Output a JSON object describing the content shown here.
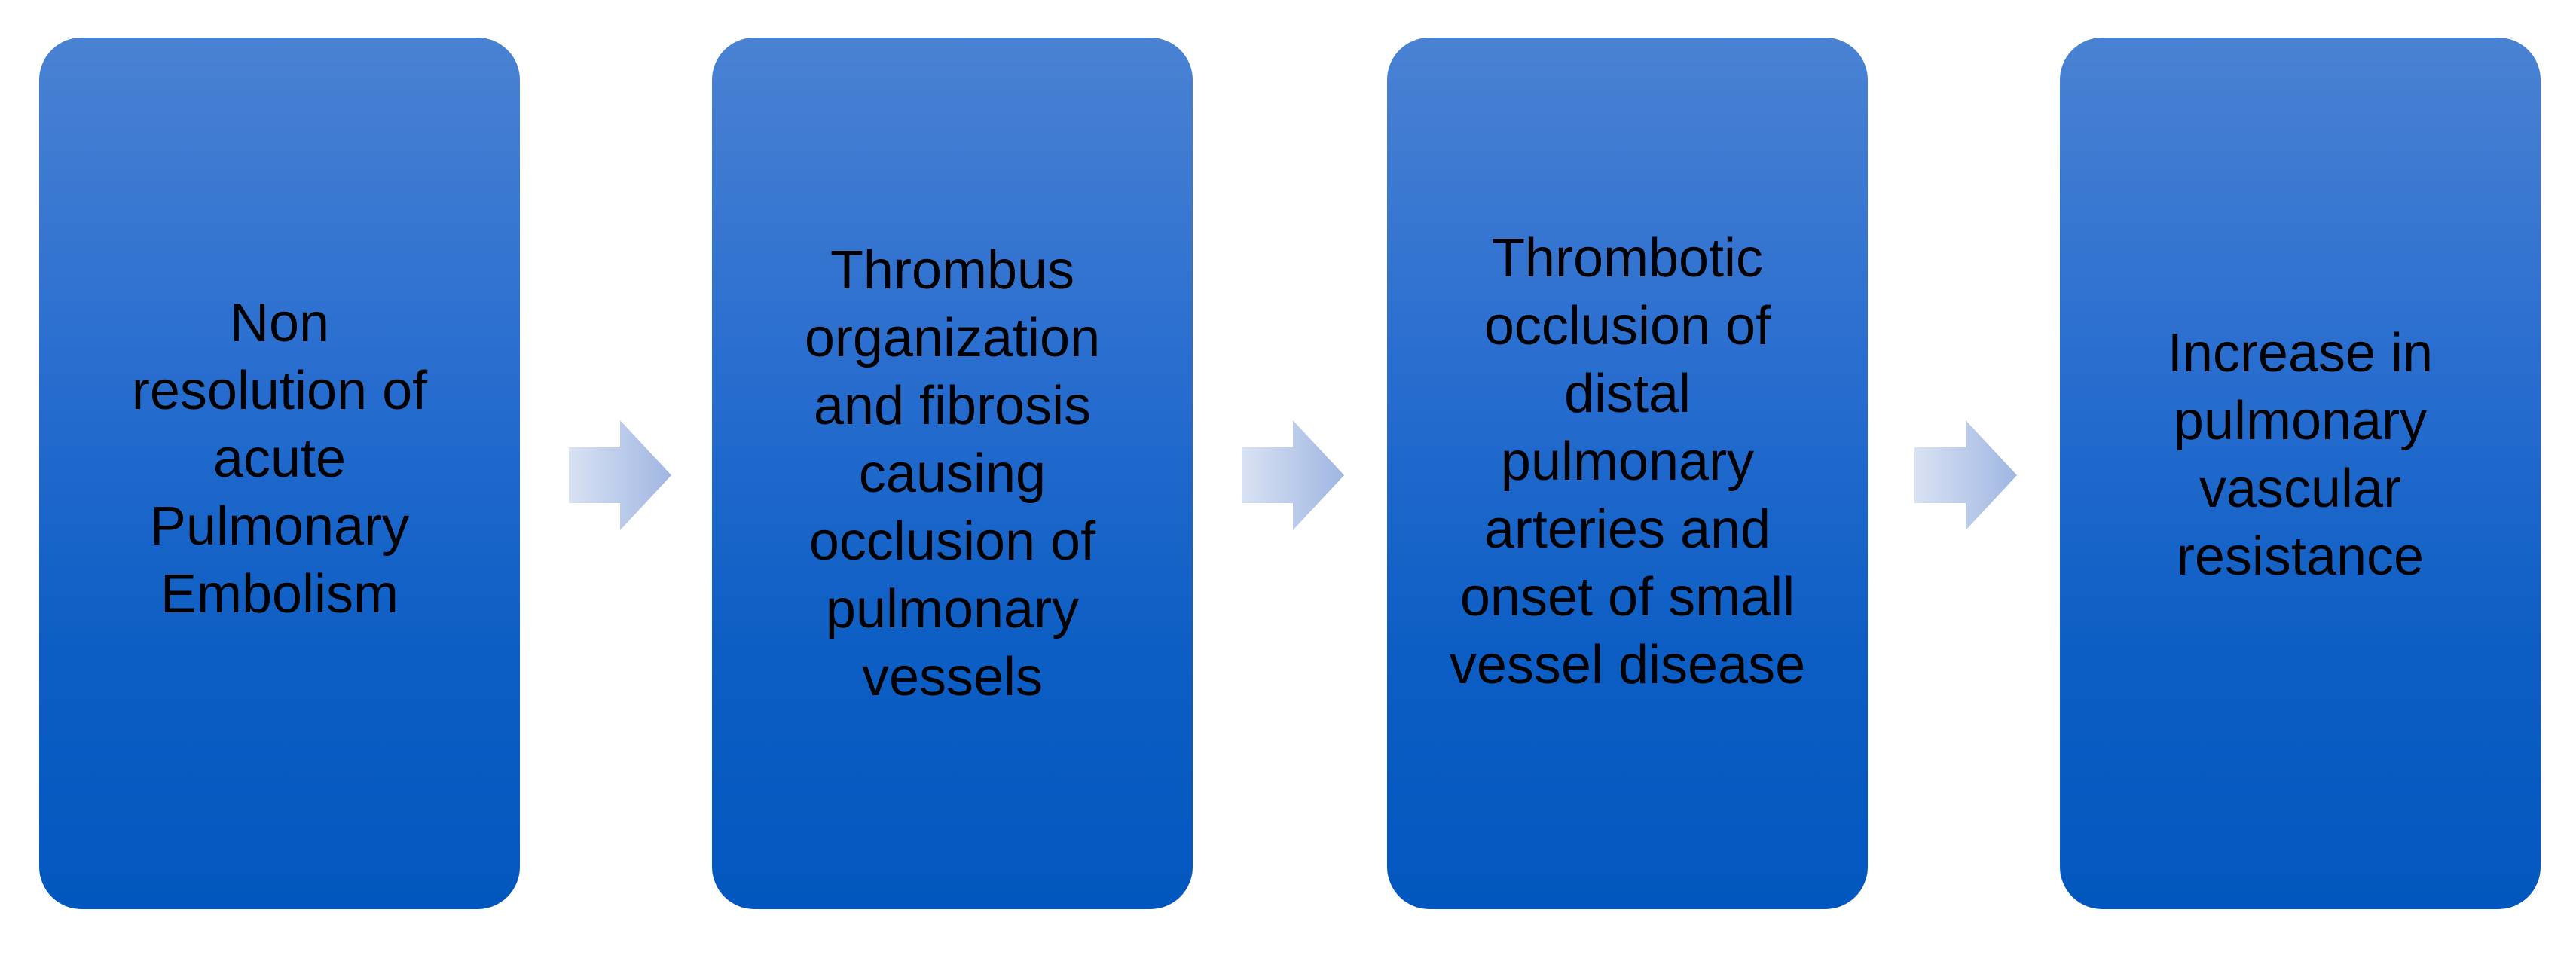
{
  "steps": [
    {
      "text": "Non\nresolution of\nacute\nPulmonary\nEmbolism"
    },
    {
      "text": "Thrombus\norganization\nand fibrosis\ncausing\nocclusion of\npulmonary\nvessels"
    },
    {
      "text": "Thrombotic\nocclusion of\ndistal\npulmonary\narteries and\nonset of small\nvessel disease"
    },
    {
      "text": "Increase in\npulmonary\nvascular\nresistance"
    }
  ],
  "colors": {
    "box_top": "#4a82d2",
    "box_bottom": "#0257be",
    "arrow_light": "#d9e2f3",
    "arrow_dark": "#9fb6e2"
  },
  "icons": {
    "connector": "right-arrow-icon"
  }
}
